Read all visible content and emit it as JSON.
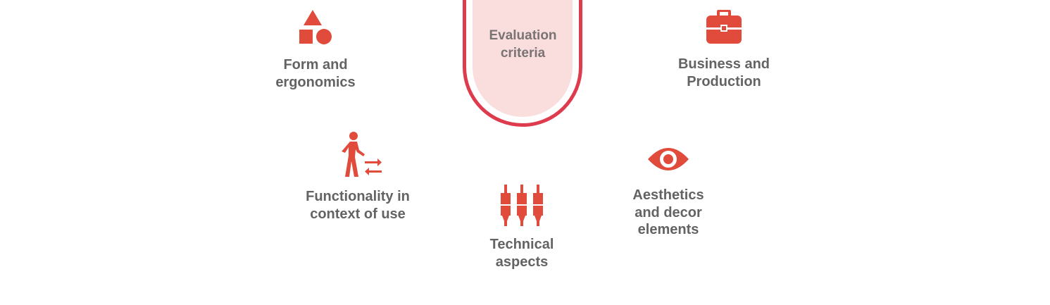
{
  "center": {
    "label": "Evaluation\ncriteria"
  },
  "criteria": [
    {
      "icon": "shapes-icon",
      "label": "Form and\nergonomics"
    },
    {
      "icon": "briefcase-icon",
      "label": "Business and\nProduction"
    },
    {
      "icon": "person-walking-icon",
      "label": "Functionality in\ncontext of use"
    },
    {
      "icon": "eye-icon",
      "label": "Aesthetics\nand decor\nelements"
    },
    {
      "icon": "connectors-icon",
      "label": "Technical\naspects"
    }
  ],
  "colors": {
    "accent": "#e04b3c",
    "ring": "#df3b4e",
    "pill_fill": "#f9dedd",
    "text": "#636363"
  }
}
